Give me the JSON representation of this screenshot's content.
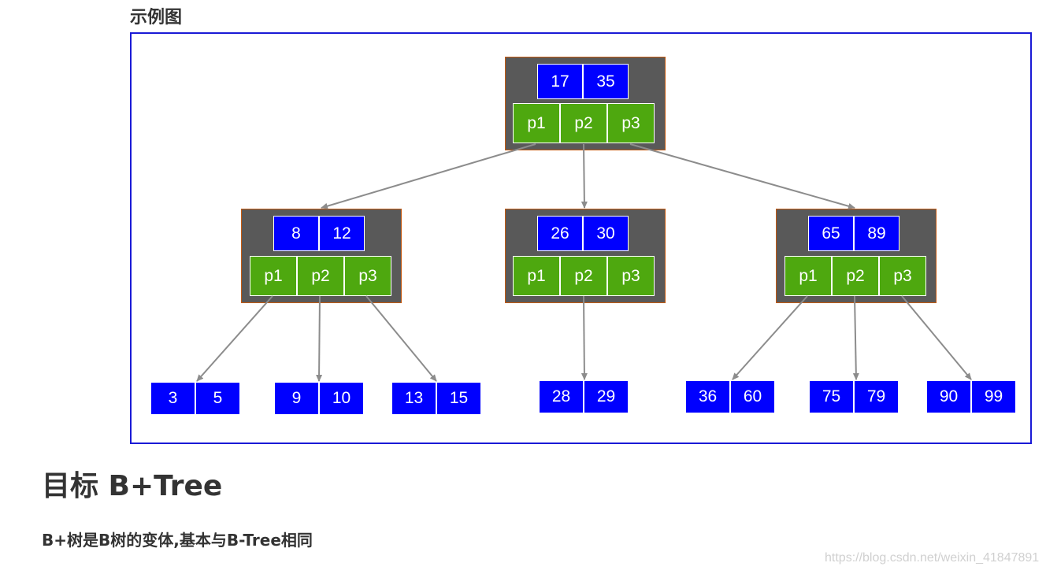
{
  "caption": "示例图",
  "tree": {
    "root": {
      "keys": [
        "17",
        "35"
      ],
      "pointers": [
        "p1",
        "p2",
        "p3"
      ]
    },
    "internal": [
      {
        "keys": [
          "8",
          "12"
        ],
        "pointers": [
          "p1",
          "p2",
          "p3"
        ]
      },
      {
        "keys": [
          "26",
          "30"
        ],
        "pointers": [
          "p1",
          "p2",
          "p3"
        ]
      },
      {
        "keys": [
          "65",
          "89"
        ],
        "pointers": [
          "p1",
          "p2",
          "p3"
        ]
      }
    ],
    "leaves": [
      [
        "3",
        "5"
      ],
      [
        "9",
        "10"
      ],
      [
        "13",
        "15"
      ],
      [
        "28",
        "29"
      ],
      [
        "36",
        "60"
      ],
      [
        "75",
        "79"
      ],
      [
        "90",
        "99"
      ]
    ]
  },
  "colors": {
    "frame": "#1a1ad6",
    "node_bg": "#595959",
    "key": "#0000ff",
    "pointer": "#4ea80f",
    "edge": "#8c8c8c"
  },
  "heading": "目标 B+Tree",
  "paragraph": "B+树是B树的变体,基本与B-Tree相同",
  "watermark": "https://blog.csdn.net/weixin_41847891"
}
